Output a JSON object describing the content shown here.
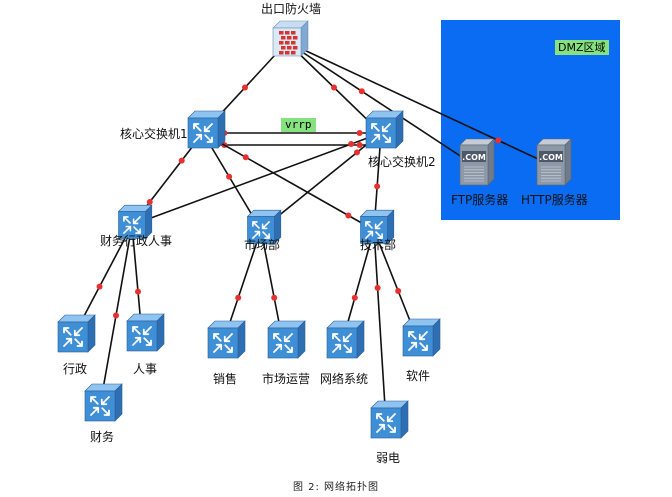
{
  "labels": {
    "firewall": "出口防火墙",
    "core1": "核心交换机1",
    "core2": "核心交换机2",
    "dept_finance_admin_hr": "财务行政人事",
    "dept_market": "市场部",
    "dept_tech": "技术部",
    "admin": "行政",
    "hr": "人事",
    "finance": "财务",
    "sales": "销售",
    "market_ops": "市场运营",
    "network_sys": "网络系统",
    "software": "软件",
    "weak_current": "弱电",
    "ftp": "FTP服务器",
    "http": "HTTP服务器",
    "dmz": "DMZ区域",
    "vrrp": "vrrp",
    "server_badge": ".COM"
  },
  "caption": "图 2: 网络拓扑图",
  "colors": {
    "dmz_bg": "#0a6cf2",
    "tag_bg": "#86e27e",
    "link": "#111111",
    "dot": "#e8312f",
    "switch_fill": "#3f8fd6"
  }
}
